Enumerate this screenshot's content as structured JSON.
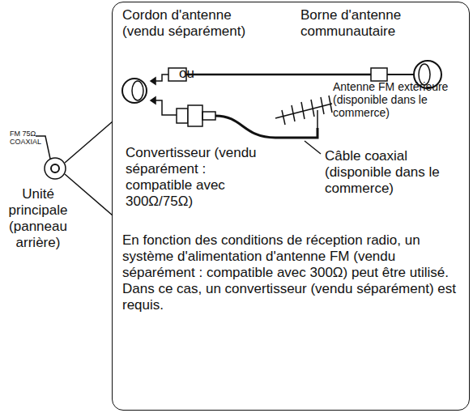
{
  "diagram": {
    "nodes": [
      {
        "text": [
          "Cordon d'antenne (vendu séparément)",
          "Borne d'antenne communautaire",
          "ou",
          "Antenne FM extérieure (disponible dans le commerce)",
          "Convertisseur (vendu séparément : compatible avec 300Ω/75Ω)",
          "Câble coaxial (disponible dans le commerce)",
          "En fonction des conditions de réception radio, un système d'alimentation d'antenne FM (vendu séparément : compatible avec 300Ω) peut être utilisé. Dans ce cas, un convertisseur (vendu séparément) est requis."
        ]
      }
    ],
    "labels": [
      "FM 75Ω COAXIAL",
      "Unité principale (panneau arrière)"
    ]
  }
}
